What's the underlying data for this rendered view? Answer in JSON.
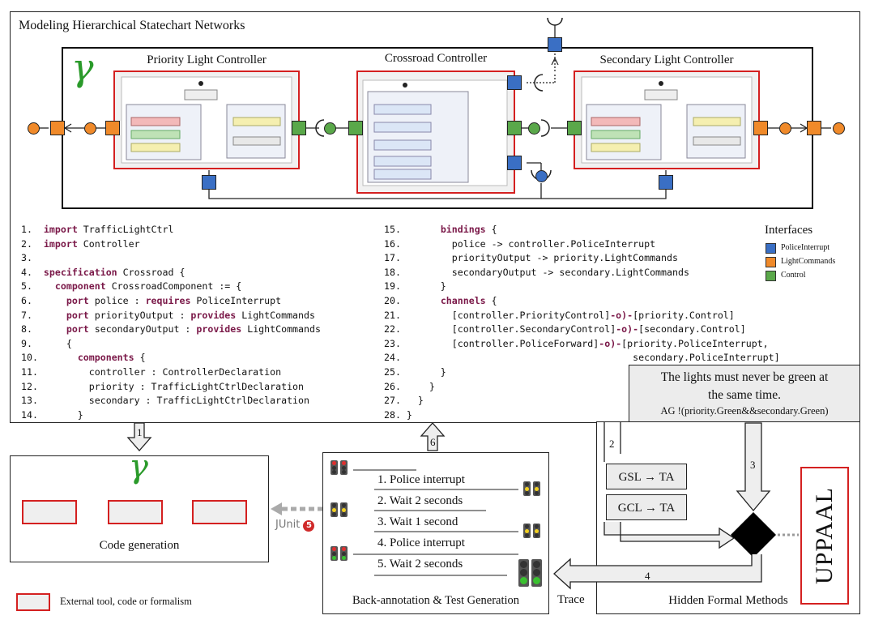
{
  "main_panel": {
    "title": "Modeling Hierarchical Statechart Networks"
  },
  "statecharts": {
    "priority": "Priority Light Controller",
    "crossroad": "Crossroad Controller",
    "secondary": "Secondary Light Controller",
    "gamma_symbol": "γ"
  },
  "code_left": [
    {
      "n": "1.",
      "parts": [
        {
          "t": "import",
          "kw": true
        },
        {
          "t": " TrafficLightCtrl"
        }
      ]
    },
    {
      "n": "2.",
      "parts": [
        {
          "t": "import",
          "kw": true
        },
        {
          "t": " Controller"
        }
      ]
    },
    {
      "n": "3.",
      "parts": []
    },
    {
      "n": "4.",
      "parts": [
        {
          "t": "specification",
          "kw": true
        },
        {
          "t": " Crossroad {"
        }
      ]
    },
    {
      "n": "5.",
      "parts": [
        {
          "t": "  "
        },
        {
          "t": "component",
          "kw": true
        },
        {
          "t": " CrossroadComponent := {"
        }
      ]
    },
    {
      "n": "6.",
      "parts": [
        {
          "t": "    "
        },
        {
          "t": "port",
          "kw": true
        },
        {
          "t": " police : "
        },
        {
          "t": "requires",
          "kw": true
        },
        {
          "t": " PoliceInterrupt"
        }
      ]
    },
    {
      "n": "7.",
      "parts": [
        {
          "t": "    "
        },
        {
          "t": "port",
          "kw": true
        },
        {
          "t": " priorityOutput : "
        },
        {
          "t": "provides",
          "kw": true
        },
        {
          "t": " LightCommands"
        }
      ]
    },
    {
      "n": "8.",
      "parts": [
        {
          "t": "    "
        },
        {
          "t": "port",
          "kw": true
        },
        {
          "t": " secondaryOutput : "
        },
        {
          "t": "provides",
          "kw": true
        },
        {
          "t": " LightCommands"
        }
      ]
    },
    {
      "n": "9.",
      "parts": [
        {
          "t": "    {"
        }
      ]
    },
    {
      "n": "10.",
      "parts": [
        {
          "t": "      "
        },
        {
          "t": "components",
          "kw": true
        },
        {
          "t": " {"
        }
      ]
    },
    {
      "n": "11.",
      "parts": [
        {
          "t": "        controller : ControllerDeclaration"
        }
      ]
    },
    {
      "n": "12.",
      "parts": [
        {
          "t": "        priority : TrafficLightCtrlDeclaration"
        }
      ]
    },
    {
      "n": "13.",
      "parts": [
        {
          "t": "        secondary : TrafficLightCtrlDeclaration"
        }
      ]
    },
    {
      "n": "14.",
      "parts": [
        {
          "t": "      }"
        }
      ]
    }
  ],
  "code_right": [
    {
      "n": "15.",
      "parts": [
        {
          "t": "      "
        },
        {
          "t": "bindings",
          "kw": true
        },
        {
          "t": " {"
        }
      ]
    },
    {
      "n": "16.",
      "parts": [
        {
          "t": "        police -> controller.PoliceInterrupt"
        }
      ]
    },
    {
      "n": "17.",
      "parts": [
        {
          "t": "        priorityOutput -> priority.LightCommands"
        }
      ]
    },
    {
      "n": "18.",
      "parts": [
        {
          "t": "        secondaryOutput -> secondary.LightCommands"
        }
      ]
    },
    {
      "n": "19.",
      "parts": [
        {
          "t": "      }"
        }
      ]
    },
    {
      "n": "20.",
      "parts": [
        {
          "t": "      "
        },
        {
          "t": "channels",
          "kw": true
        },
        {
          "t": " {"
        }
      ]
    },
    {
      "n": "21.",
      "parts": [
        {
          "t": "        [controller.PriorityControl]"
        },
        {
          "t": "-o)-",
          "kw": true
        },
        {
          "t": "[priority.Control]"
        }
      ]
    },
    {
      "n": "22.",
      "parts": [
        {
          "t": "        [controller.SecondaryControl]"
        },
        {
          "t": "-o)-",
          "kw": true
        },
        {
          "t": "[secondary.Control]"
        }
      ]
    },
    {
      "n": "23.",
      "parts": [
        {
          "t": "        [controller.PoliceForward]"
        },
        {
          "t": "-o)-",
          "kw": true
        },
        {
          "t": "[priority.PoliceInterrupt,"
        }
      ]
    },
    {
      "n": "24.",
      "parts": [
        {
          "t": "                                        secondary.PoliceInterrupt]"
        }
      ]
    },
    {
      "n": "25.",
      "parts": [
        {
          "t": "      }"
        }
      ]
    },
    {
      "n": "26.",
      "parts": [
        {
          "t": "    }"
        }
      ]
    },
    {
      "n": "27.",
      "parts": [
        {
          "t": "  }"
        }
      ]
    },
    {
      "n": "28.",
      "parts": [
        {
          "t": "}"
        }
      ]
    }
  ],
  "interfaces": {
    "title": "Interfaces",
    "items": [
      {
        "label": "PoliceInterrupt",
        "color": "#3a6fc4"
      },
      {
        "label": "LightCommands",
        "color": "#f08a2a"
      },
      {
        "label": "Control",
        "color": "#5aa84a"
      }
    ]
  },
  "property": {
    "text": "The lights must never be green at the same time.",
    "formula": "AG !(priority.Green&&secondary.Green)"
  },
  "arrows": {
    "a1": "1",
    "a2": "2",
    "a3": "3",
    "a4": "4",
    "a6": "6"
  },
  "code_gen": {
    "label": "Code generation",
    "gamma": "γ"
  },
  "junit": {
    "label": "JUnit",
    "badge": "5"
  },
  "back_annotation": {
    "label": "Back-annotation & Test Generation",
    "steps": [
      "1.   Police interrupt",
      "2.   Wait 2 seconds",
      "3.   Wait 1 second",
      "4.   Police interrupt",
      "5.   Wait 2 seconds"
    ]
  },
  "trace_label": "Trace",
  "hidden": {
    "label": "Hidden Formal Methods",
    "gsl": "GSL → TA",
    "gcl": "GCL → TA",
    "uppaal": "UPPAAL"
  },
  "legend": {
    "text": "External tool, code or formalism"
  }
}
